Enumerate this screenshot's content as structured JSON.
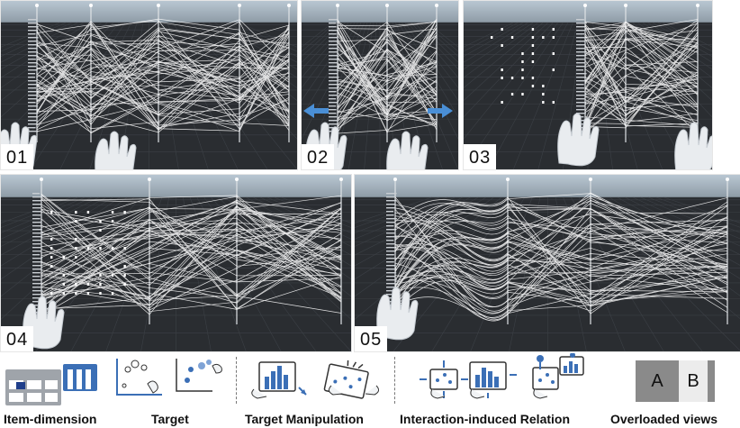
{
  "panels": [
    {
      "label": "01"
    },
    {
      "label": "02"
    },
    {
      "label": "03"
    },
    {
      "label": "04"
    },
    {
      "label": "05"
    }
  ],
  "legend": {
    "item_dimension": "Item-dimension",
    "target": "Target",
    "target_manipulation": "Target Manipulation",
    "interaction_relation": "Interaction-induced Relation",
    "overloaded_views": "Overloaded views",
    "view_a": "A",
    "view_b": "B"
  },
  "colors": {
    "sky_top": "#9fb4c4",
    "floor": "#2a2d31",
    "lines": "#ffffff",
    "accent_blue": "#3b6fb6",
    "arrow_blue": "#4a8fd6",
    "hand": "#e9ecef"
  },
  "icons": [
    "hand-icon",
    "arrow-left-icon",
    "arrow-right-icon",
    "table-icon",
    "scatter-icon",
    "bar-chart-icon",
    "pin-icon"
  ]
}
